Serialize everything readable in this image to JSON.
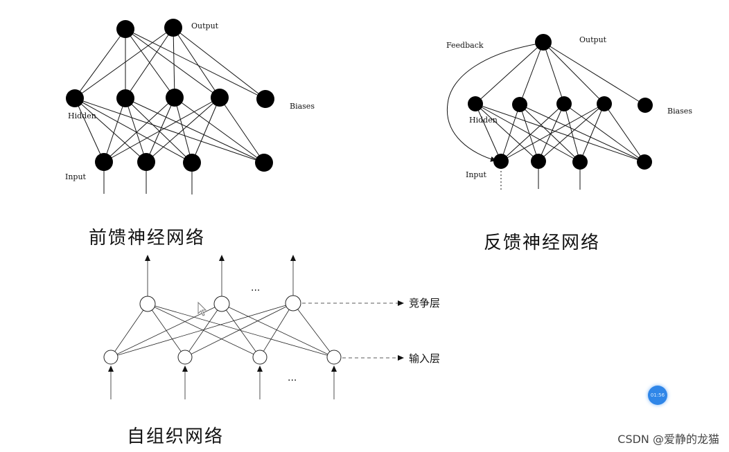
{
  "feedforward": {
    "caption": "前馈神经网络",
    "output_label": "Output",
    "hidden_label": "Hidden",
    "biases_label": "Biases",
    "input_label": "Input"
  },
  "feedback": {
    "caption": "反馈神经网络",
    "feedback_label": "Feedback",
    "output_label": "Output",
    "hidden_label": "Hidden",
    "biases_label": "Biases",
    "input_label": "Input"
  },
  "selforg": {
    "caption": "自组织网络",
    "ellipsis_top": "...",
    "ellipsis_bottom": "...",
    "competitive_layer": "竞争层",
    "input_layer": "输入层"
  },
  "watermark": "CSDN @爱静的龙猫",
  "badge": "01:56"
}
